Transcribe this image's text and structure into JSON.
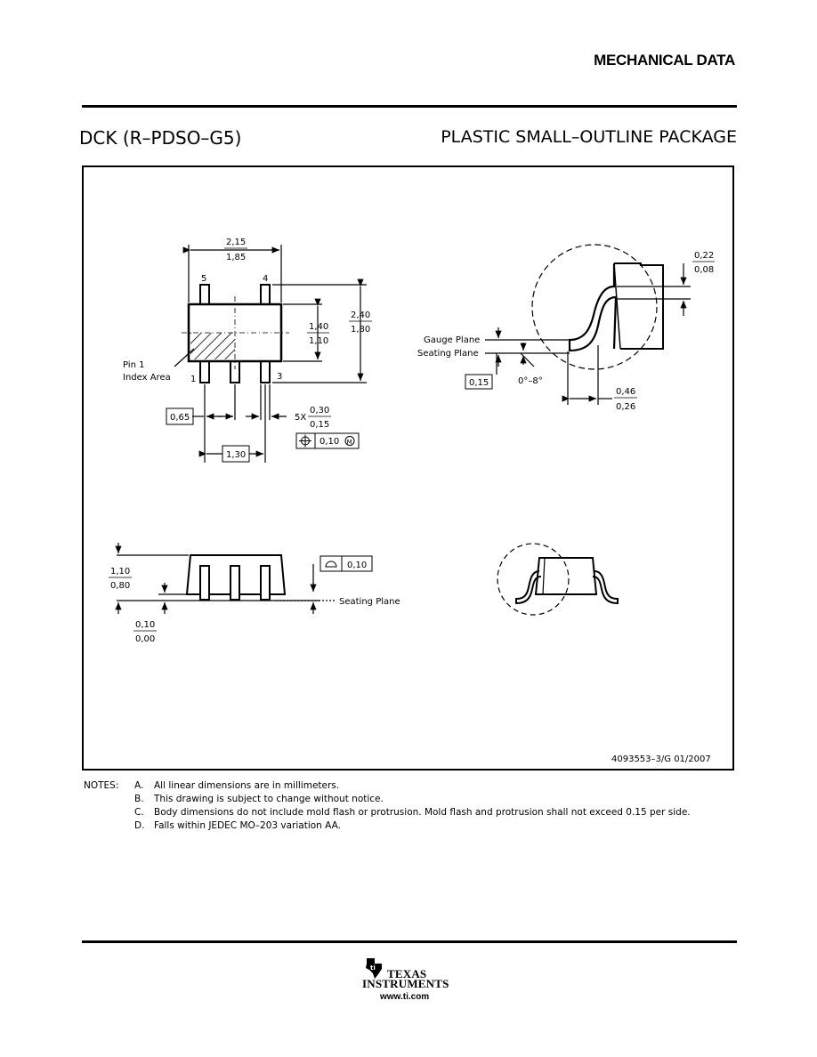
{
  "header": {
    "section": "MECHANICAL DATA"
  },
  "title": {
    "package_code": "DCK (R–PDSO–G5)",
    "package_name": "PLASTIC SMALL–OUTLINE PACKAGE"
  },
  "drawing": {
    "top_view": {
      "body_width": {
        "max": "2,15",
        "min": "1,85"
      },
      "lead_span": {
        "max": "2,40",
        "min": "1,80"
      },
      "body_length": {
        "max": "1,40",
        "min": "1,10"
      },
      "pin_labels": {
        "p5": "5",
        "p4": "4",
        "p1": "1",
        "p3": "3"
      },
      "pin1_label_line1": "Pin 1",
      "pin1_label_line2": "Index Area",
      "pitch": "0,65",
      "pitch2": "1,30",
      "lead_width_prefix": "5X",
      "lead_width": {
        "max": "0,30",
        "min": "0,15"
      },
      "position_tolerance": "0,10"
    },
    "detail": {
      "standoff": {
        "max": "0,22",
        "min": "0,08"
      },
      "gauge_plane": "Gauge Plane",
      "seating_plane": "Seating Plane",
      "gauge_height": "0,15",
      "angle": "0°–8°",
      "foot_length": {
        "max": "0,46",
        "min": "0,26"
      }
    },
    "side_view": {
      "height": {
        "max": "1,10",
        "min": "0,80"
      },
      "standoff": {
        "max": "0,10",
        "min": "0,00"
      },
      "coplanarity": "0,10",
      "seating_plane": "Seating Plane"
    },
    "doc_id": "4093553–3/G   01/2007"
  },
  "notes": {
    "label": "NOTES:",
    "items": [
      {
        "key": "A.",
        "text": "All linear dimensions are in millimeters."
      },
      {
        "key": "B.",
        "text": "This drawing is subject to change without notice."
      },
      {
        "key": "C.",
        "text": "Body dimensions do not include mold flash or protrusion. Mold flash and protrusion shall not exceed 0.15 per side."
      },
      {
        "key": "D.",
        "text": "Falls within JEDEC MO–203 variation AA."
      }
    ]
  },
  "footer": {
    "brand_line1": "TEXAS",
    "brand_line2": "INSTRUMENTS",
    "url": "www.ti.com",
    "logo_icon": "ti-state-logo-icon"
  }
}
